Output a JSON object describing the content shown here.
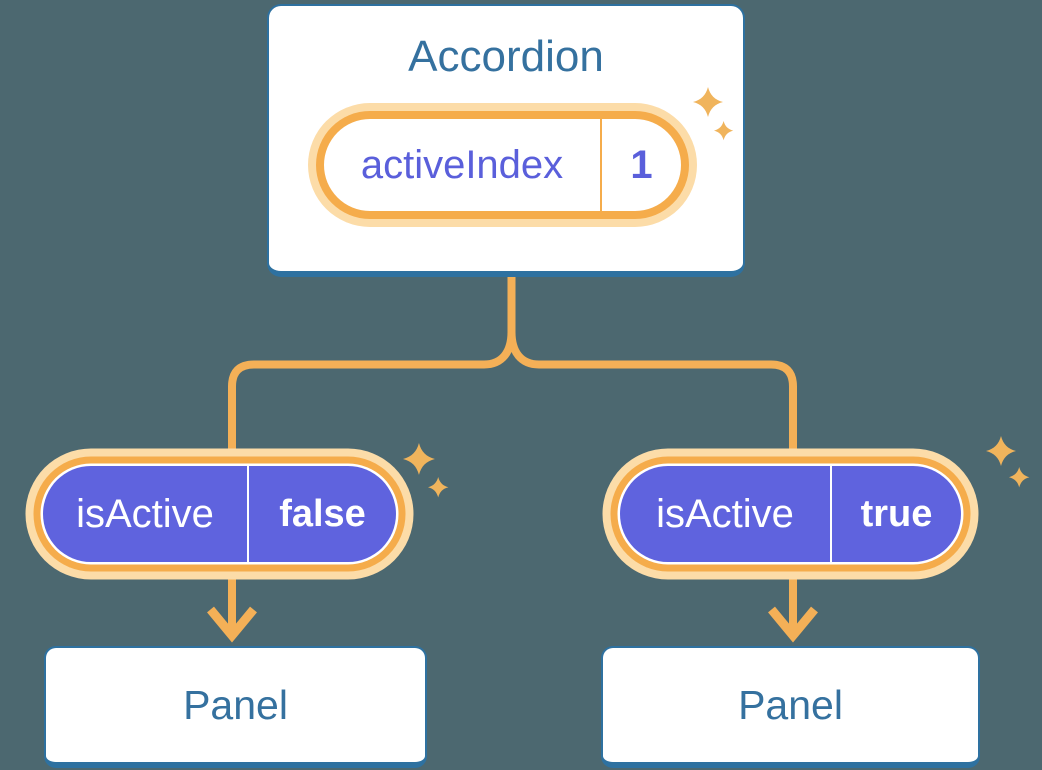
{
  "diagram": {
    "background_color": "#4C6870",
    "accordion": {
      "title": "Accordion",
      "state": {
        "name": "activeIndex",
        "value": "1"
      }
    },
    "branches": [
      {
        "prop": {
          "name": "isActive",
          "value": "false"
        },
        "panel": {
          "title": "Panel"
        }
      },
      {
        "prop": {
          "name": "isActive",
          "value": "true"
        },
        "panel": {
          "title": "Panel"
        }
      }
    ],
    "colors": {
      "card_border": "#2E71A0",
      "card_background": "#FFFFFF",
      "heading_text": "#35719F",
      "state_text": "#5A5FDB",
      "prop_pill_fill": "#5F63DE",
      "prop_pill_text": "#FFFFFF",
      "pill_ring_orange": "#F5AC4B",
      "pill_ring_glow": "#FCDCA8",
      "connector_orange": "#F4B057",
      "sparkle_orange": "#F0B45C"
    },
    "icons": {
      "sparkle": "four-point-star",
      "arrow": "down-arrow"
    }
  }
}
